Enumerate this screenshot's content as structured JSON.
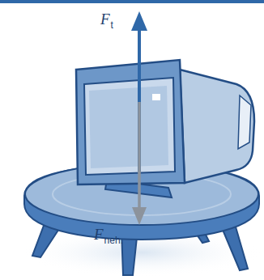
{
  "diagram": {
    "labels": [
      "F",
      "t",
      "F",
      "neh."
    ]
  }
}
